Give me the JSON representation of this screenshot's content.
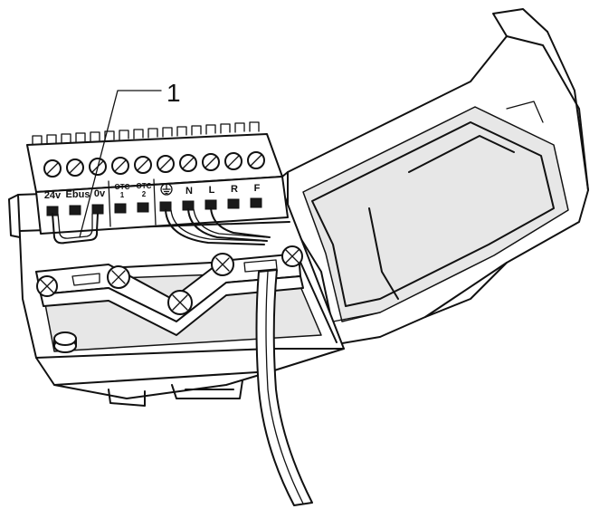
{
  "callout": {
    "number": "1"
  },
  "terminals": [
    {
      "lines": [
        "24v"
      ]
    },
    {
      "lines": [
        "Ebus"
      ]
    },
    {
      "lines": [
        "0v"
      ]
    },
    {
      "lines": [
        "OTC",
        "1"
      ]
    },
    {
      "lines": [
        "OTC",
        "2"
      ]
    },
    {
      "lines": [],
      "icon": "earth-ground-icon"
    },
    {
      "lines": [
        "N"
      ]
    },
    {
      "lines": [
        "L"
      ]
    },
    {
      "lines": [
        "R"
      ]
    },
    {
      "lines": [
        "F"
      ]
    }
  ]
}
